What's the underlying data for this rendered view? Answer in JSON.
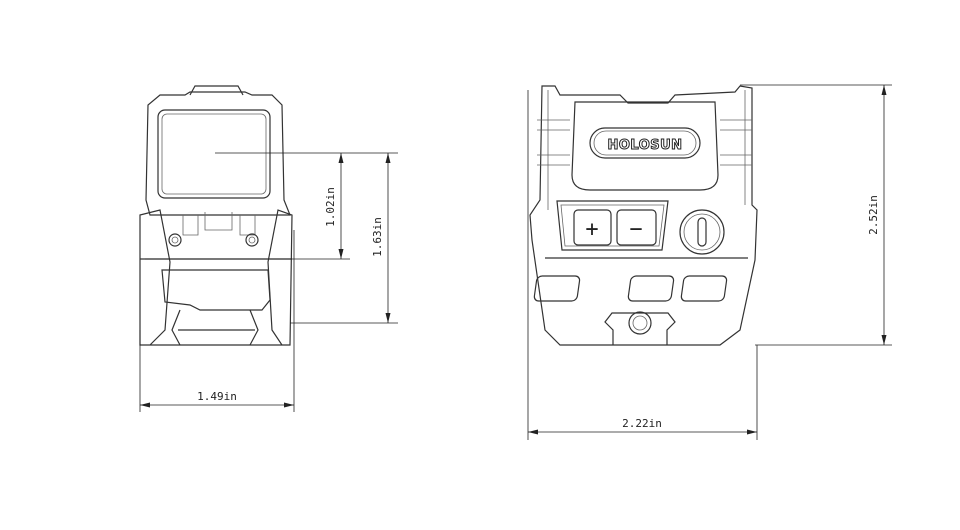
{
  "drawing": {
    "side_view": {
      "dim_window_height": "1.02in",
      "dim_total_height": "1.63in",
      "dim_width": "1.49in"
    },
    "front_view": {
      "brand_logo": "HOLOSUN",
      "plus_button": "+",
      "minus_button": "−",
      "dim_height": "2.52in",
      "dim_width": "2.22in"
    }
  }
}
